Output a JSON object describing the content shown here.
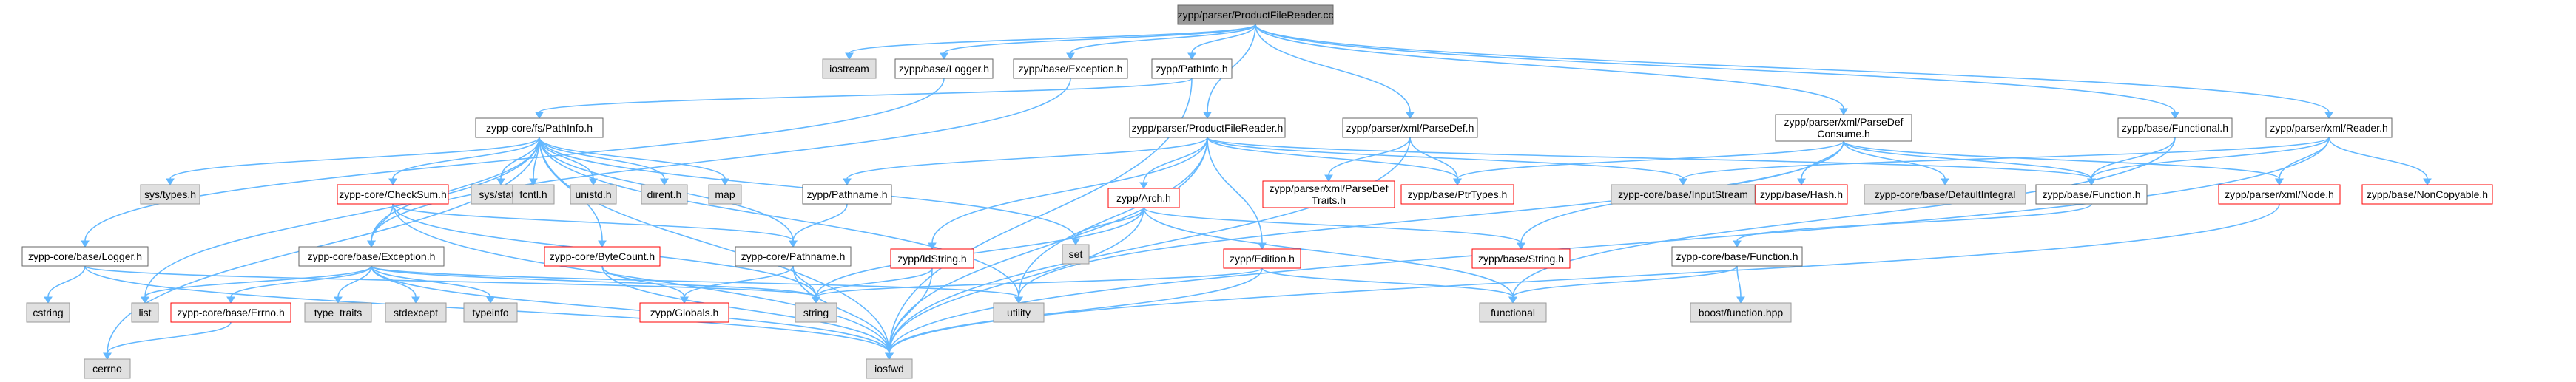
{
  "graph": {
    "title": "zypp/parser/ProductFileReader.cc",
    "colors": {
      "edge": "#63b8ff",
      "root_fill": "#999999",
      "local_fill": "#ffffff",
      "local_stroke": "#666666",
      "incomplete_stroke": "#ff0000",
      "system_fill": "#e0e0e0",
      "system_stroke": "#999999"
    },
    "nodes": [
      {
        "id": "root",
        "kind": "root",
        "lines": [
          "zypp/parser/ProductFileReader.cc"
        ]
      },
      {
        "id": "iostream",
        "kind": "system",
        "lines": [
          "iostream"
        ]
      },
      {
        "id": "base_logger",
        "kind": "local",
        "lines": [
          "zypp/base/Logger.h"
        ]
      },
      {
        "id": "base_exception",
        "kind": "local",
        "lines": [
          "zypp/base/Exception.h"
        ]
      },
      {
        "id": "pathinfo",
        "kind": "local",
        "lines": [
          "zypp/PathInfo.h"
        ]
      },
      {
        "id": "pfr_h",
        "kind": "local",
        "lines": [
          "zypp/parser/ProductFileReader.h"
        ]
      },
      {
        "id": "parsedef",
        "kind": "local",
        "lines": [
          "zypp/parser/xml/ParseDef.h"
        ]
      },
      {
        "id": "parsedefconsume",
        "kind": "local",
        "lines": [
          "zypp/parser/xml/ParseDef",
          "Consume.h"
        ]
      },
      {
        "id": "base_functional",
        "kind": "local",
        "lines": [
          "zypp/base/Functional.h"
        ]
      },
      {
        "id": "xml_reader",
        "kind": "local",
        "lines": [
          "zypp/parser/xml/Reader.h"
        ]
      },
      {
        "id": "fs_pathinfo",
        "kind": "local",
        "lines": [
          "zypp-core/fs/PathInfo.h"
        ]
      },
      {
        "id": "core_logger",
        "kind": "local",
        "lines": [
          "zypp-core/base/Logger.h"
        ]
      },
      {
        "id": "systypes",
        "kind": "system",
        "lines": [
          "sys/types.h"
        ]
      },
      {
        "id": "checksum",
        "kind": "incomplete",
        "lines": [
          "zypp-core/CheckSum.h"
        ]
      },
      {
        "id": "sysstat",
        "kind": "system",
        "lines": [
          "sys/stat.h"
        ]
      },
      {
        "id": "fcntl",
        "kind": "system",
        "lines": [
          "fcntl.h"
        ]
      },
      {
        "id": "unistd",
        "kind": "system",
        "lines": [
          "unistd.h"
        ]
      },
      {
        "id": "dirent",
        "kind": "system",
        "lines": [
          "dirent.h"
        ]
      },
      {
        "id": "map",
        "kind": "system",
        "lines": [
          "map"
        ]
      },
      {
        "id": "core_exception",
        "kind": "local",
        "lines": [
          "zypp-core/base/Exception.h"
        ]
      },
      {
        "id": "bytecount",
        "kind": "incomplete",
        "lines": [
          "zypp-core/ByteCount.h"
        ]
      },
      {
        "id": "zypp_pathname",
        "kind": "local",
        "lines": [
          "zypp/Pathname.h"
        ]
      },
      {
        "id": "core_pathname",
        "kind": "local",
        "lines": [
          "zypp-core/Pathname.h"
        ]
      },
      {
        "id": "arch",
        "kind": "incomplete",
        "lines": [
          "zypp/Arch.h"
        ]
      },
      {
        "id": "set",
        "kind": "system",
        "lines": [
          "set"
        ]
      },
      {
        "id": "idstring",
        "kind": "incomplete",
        "lines": [
          "zypp/IdString.h"
        ]
      },
      {
        "id": "edition",
        "kind": "incomplete",
        "lines": [
          "zypp/Edition.h"
        ]
      },
      {
        "id": "parsedeftraits",
        "kind": "incomplete",
        "lines": [
          "zypp/parser/xml/ParseDef",
          "Traits.h"
        ]
      },
      {
        "id": "ptrtypes",
        "kind": "incomplete",
        "lines": [
          "zypp/base/PtrTypes.h"
        ]
      },
      {
        "id": "inputstream",
        "kind": "system",
        "lines": [
          "zypp-core/base/InputStream"
        ]
      },
      {
        "id": "hash",
        "kind": "incomplete",
        "lines": [
          "zypp/base/Hash.h"
        ]
      },
      {
        "id": "defaultintegral",
        "kind": "system",
        "lines": [
          "zypp-core/base/DefaultIntegral"
        ]
      },
      {
        "id": "base_function",
        "kind": "local",
        "lines": [
          "zypp/base/Function.h"
        ]
      },
      {
        "id": "xml_node",
        "kind": "incomplete",
        "lines": [
          "zypp/parser/xml/Node.h"
        ]
      },
      {
        "id": "noncopyable",
        "kind": "incomplete",
        "lines": [
          "zypp/base/NonCopyable.h"
        ]
      },
      {
        "id": "base_string",
        "kind": "incomplete",
        "lines": [
          "zypp/base/String.h"
        ]
      },
      {
        "id": "core_function",
        "kind": "local",
        "lines": [
          "zypp-core/base/Function.h"
        ]
      },
      {
        "id": "cstring",
        "kind": "system",
        "lines": [
          "cstring"
        ]
      },
      {
        "id": "list",
        "kind": "system",
        "lines": [
          "list"
        ]
      },
      {
        "id": "errno",
        "kind": "incomplete",
        "lines": [
          "zypp-core/base/Errno.h"
        ]
      },
      {
        "id": "type_traits",
        "kind": "system",
        "lines": [
          "type_traits"
        ]
      },
      {
        "id": "stdexcept",
        "kind": "system",
        "lines": [
          "stdexcept"
        ]
      },
      {
        "id": "typeinfo",
        "kind": "system",
        "lines": [
          "typeinfo"
        ]
      },
      {
        "id": "globals",
        "kind": "incomplete",
        "lines": [
          "zypp/Globals.h"
        ]
      },
      {
        "id": "string",
        "kind": "system",
        "lines": [
          "string"
        ]
      },
      {
        "id": "utility",
        "kind": "system",
        "lines": [
          "utility"
        ]
      },
      {
        "id": "functional",
        "kind": "system",
        "lines": [
          "functional"
        ]
      },
      {
        "id": "boost_function",
        "kind": "system",
        "lines": [
          "boost/function.hpp"
        ]
      },
      {
        "id": "cerrno",
        "kind": "system",
        "lines": [
          "cerrno"
        ]
      },
      {
        "id": "iosfwd",
        "kind": "system",
        "lines": [
          "iosfwd"
        ]
      }
    ],
    "edges": [
      [
        "root",
        "iostream"
      ],
      [
        "root",
        "base_logger"
      ],
      [
        "root",
        "base_exception"
      ],
      [
        "root",
        "pathinfo"
      ],
      [
        "root",
        "pfr_h"
      ],
      [
        "root",
        "parsedef"
      ],
      [
        "root",
        "parsedefconsume"
      ],
      [
        "root",
        "base_functional"
      ],
      [
        "root",
        "xml_reader"
      ],
      [
        "base_logger",
        "core_logger"
      ],
      [
        "base_exception",
        "core_exception"
      ],
      [
        "pathinfo",
        "fs_pathinfo"
      ],
      [
        "pathinfo",
        "iosfwd"
      ],
      [
        "fs_pathinfo",
        "systypes"
      ],
      [
        "fs_pathinfo",
        "checksum"
      ],
      [
        "fs_pathinfo",
        "sysstat"
      ],
      [
        "fs_pathinfo",
        "fcntl"
      ],
      [
        "fs_pathinfo",
        "unistd"
      ],
      [
        "fs_pathinfo",
        "dirent"
      ],
      [
        "fs_pathinfo",
        "map"
      ],
      [
        "fs_pathinfo",
        "cerrno"
      ],
      [
        "fs_pathinfo",
        "core_exception"
      ],
      [
        "fs_pathinfo",
        "bytecount"
      ],
      [
        "fs_pathinfo",
        "core_pathname"
      ],
      [
        "fs_pathinfo",
        "set"
      ],
      [
        "fs_pathinfo",
        "iosfwd"
      ],
      [
        "fs_pathinfo",
        "list"
      ],
      [
        "fs_pathinfo",
        "utility"
      ],
      [
        "checksum",
        "core_exception"
      ],
      [
        "checksum",
        "core_pathname"
      ],
      [
        "checksum",
        "string"
      ],
      [
        "checksum",
        "iosfwd"
      ],
      [
        "core_logger",
        "cstring"
      ],
      [
        "core_logger",
        "iosfwd"
      ],
      [
        "core_logger",
        "string"
      ],
      [
        "core_exception",
        "list"
      ],
      [
        "core_exception",
        "errno"
      ],
      [
        "core_exception",
        "type_traits"
      ],
      [
        "core_exception",
        "stdexcept"
      ],
      [
        "core_exception",
        "typeinfo"
      ],
      [
        "core_exception",
        "iosfwd"
      ],
      [
        "core_exception",
        "string"
      ],
      [
        "core_exception",
        "utility"
      ],
      [
        "errno",
        "cerrno"
      ],
      [
        "bytecount",
        "globals"
      ],
      [
        "bytecount",
        "iosfwd"
      ],
      [
        "zypp_pathname",
        "core_pathname"
      ],
      [
        "core_pathname",
        "globals"
      ],
      [
        "core_pathname",
        "string"
      ],
      [
        "core_pathname",
        "iosfwd"
      ],
      [
        "pfr_h",
        "zypp_pathname"
      ],
      [
        "pfr_h",
        "arch"
      ],
      [
        "pfr_h",
        "idstring"
      ],
      [
        "pfr_h",
        "edition"
      ],
      [
        "pfr_h",
        "ptrtypes"
      ],
      [
        "pfr_h",
        "base_function"
      ],
      [
        "pfr_h",
        "inputstream"
      ],
      [
        "pfr_h",
        "iosfwd"
      ],
      [
        "pfr_h",
        "utility"
      ],
      [
        "arch",
        "set"
      ],
      [
        "arch",
        "string"
      ],
      [
        "arch",
        "iosfwd"
      ],
      [
        "arch",
        "functional"
      ],
      [
        "arch",
        "base_string"
      ],
      [
        "idstring",
        "string"
      ],
      [
        "idstring",
        "iosfwd"
      ],
      [
        "edition",
        "functional"
      ],
      [
        "edition",
        "iosfwd"
      ],
      [
        "edition",
        "string"
      ],
      [
        "parsedef",
        "parsedeftraits"
      ],
      [
        "parsedef",
        "ptrtypes"
      ],
      [
        "parsedef",
        "iosfwd"
      ],
      [
        "parsedefconsume",
        "ptrtypes"
      ],
      [
        "parsedefconsume",
        "hash"
      ],
      [
        "parsedefconsume",
        "defaultintegral"
      ],
      [
        "parsedefconsume",
        "base_function"
      ],
      [
        "parsedefconsume",
        "base_string"
      ],
      [
        "parsedefconsume",
        "xml_node"
      ],
      [
        "parsedefconsume",
        "utility"
      ],
      [
        "base_functional",
        "base_function"
      ],
      [
        "base_functional",
        "functional"
      ],
      [
        "xml_reader",
        "inputstream"
      ],
      [
        "xml_reader",
        "base_function"
      ],
      [
        "xml_reader",
        "xml_node"
      ],
      [
        "xml_reader",
        "noncopyable"
      ],
      [
        "xml_reader",
        "iosfwd"
      ],
      [
        "base_function",
        "core_function"
      ],
      [
        "core_function",
        "functional"
      ],
      [
        "core_function",
        "boost_function"
      ],
      [
        "xml_node",
        "iosfwd"
      ]
    ]
  }
}
